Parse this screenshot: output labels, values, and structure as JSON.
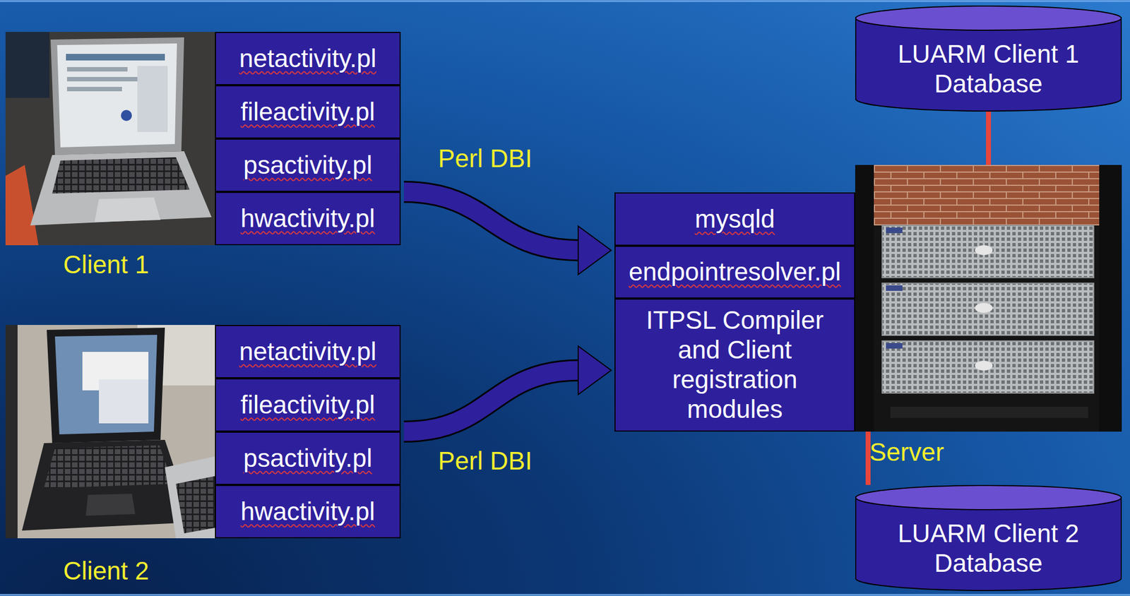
{
  "diagram": {
    "nodes": [
      {
        "text": [
          "Client 1"
        ]
      },
      {
        "text": [
          "netactivity.pl"
        ],
        "in": 0
      },
      {
        "text": [
          "fileactivity.pl"
        ],
        "in": 0
      },
      {
        "text": [
          "psactivity.pl"
        ],
        "in": 0
      },
      {
        "text": [
          "hwactivity.pl"
        ],
        "in": 0
      },
      {
        "text": [
          "Client 2"
        ]
      },
      {
        "text": [
          "netactivity.pl"
        ],
        "in": 5
      },
      {
        "text": [
          "fileactivity.pl"
        ],
        "in": 5
      },
      {
        "text": [
          "psactivity.pl"
        ],
        "in": 5
      },
      {
        "text": [
          "hwactivity.pl"
        ],
        "in": 5
      },
      {
        "text": [
          "LUARM Client 1 Database"
        ]
      },
      {
        "text": [
          "Server"
        ]
      },
      {
        "text": [
          "mysqld"
        ],
        "in": 11
      },
      {
        "text": [
          "endpointresolver.pl"
        ],
        "in": 11
      },
      {
        "text": [
          "ITPSL Compiler and Client registration modules"
        ],
        "in": 11
      },
      {
        "text": [
          "LUARM Client 2 Database"
        ]
      }
    ],
    "edges": [
      {
        "from": 0,
        "to": 11,
        "label": "Perl DBI",
        "arrow": "to"
      },
      {
        "from": 5,
        "to": 11,
        "label": "Perl DBI",
        "arrow": "to"
      },
      {
        "from": 10,
        "to": 11,
        "arrow": "none"
      },
      {
        "from": 11,
        "to": 15,
        "arrow": "none"
      }
    ]
  }
}
